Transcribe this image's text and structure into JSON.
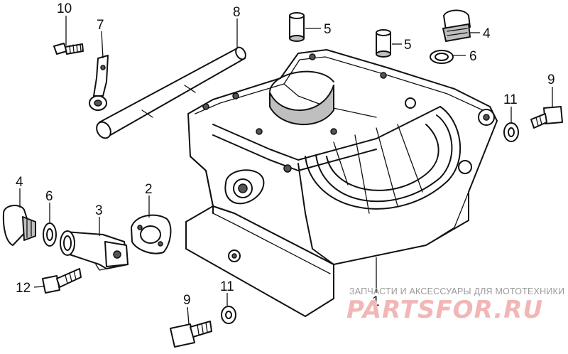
{
  "callouts": {
    "c10": "10",
    "c7": "7",
    "c8": "8",
    "c5a": "5",
    "c5b": "5",
    "c4a": "4",
    "c6a": "6",
    "c9a": "9",
    "c11a": "11",
    "c4b": "4",
    "c6b": "6",
    "c3": "3",
    "c2": "2",
    "c1": "1",
    "c12": "12",
    "c9b": "9",
    "c11b": "11"
  },
  "watermark": {
    "caption": "ЗАПЧАСТИ И АКСЕССУАРЫ ДЛЯ МОТОТЕХНИКИ",
    "logo": "PARTSFOR.RU"
  }
}
